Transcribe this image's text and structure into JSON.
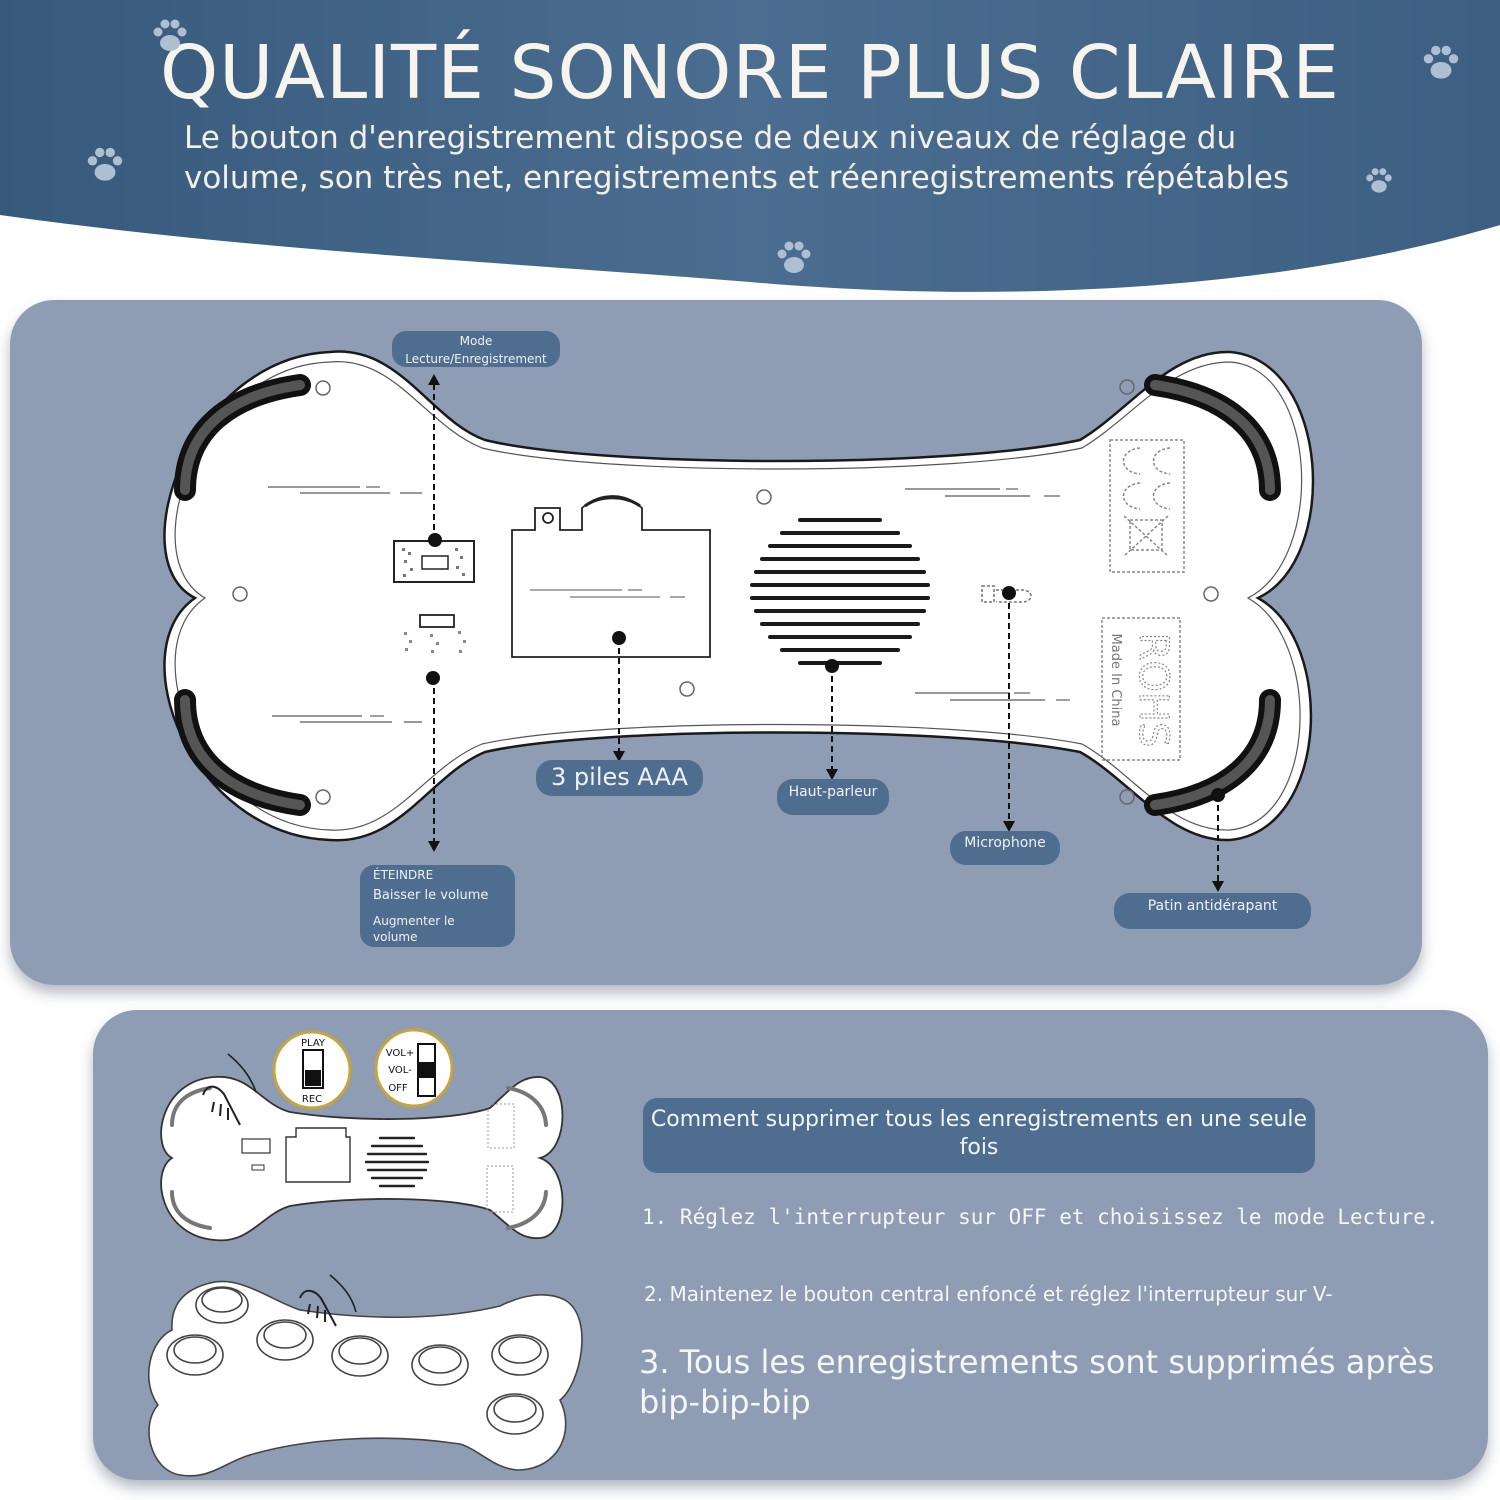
{
  "header": {
    "title": "QUALITÉ SONORE PLUS CLAIRE",
    "subtitle_line1": "Le bouton d'enregistrement dispose de deux niveaux de réglage du",
    "subtitle_line2": "volume, son très net, enregistrements et réenregistrements répétables",
    "bg_color": "#3f6386"
  },
  "diagram": {
    "labels": {
      "mode_line1": "Mode",
      "mode_line2": "Lecture/Enregistrement",
      "batteries": "3 piles AAA",
      "speaker": "Haut-parleur",
      "microphone": "Microphone",
      "anti_slip": "Patin antidérapant",
      "switch_off": "ÉTEINDRE",
      "switch_vol_down": "Baisser le volume",
      "switch_vol_up": "Augmenter le volume"
    },
    "device_marks": {
      "rohs": "ROHS",
      "made_in": "Made In China"
    }
  },
  "howto": {
    "title": "Comment supprimer tous les enregistrements en une seule fois",
    "step1": "1. Réglez l'interrupteur sur OFF et choisissez le mode Lecture.",
    "step2": "2. Maintenez le bouton central enfoncé et réglez l'interrupteur sur V-",
    "step3": "3. Tous les enregistrements sont supprimés après bip-bip-bip",
    "mode_switch": {
      "top": "PLAY",
      "bottom": "REC"
    },
    "volume_switch": {
      "vol_up": "VOL+",
      "vol_down": "VOL-",
      "off": "OFF"
    }
  },
  "colors": {
    "panel": "#8e9db3",
    "tag": "#4f6e8f",
    "device_body": "#ffffff",
    "outline": "#1a1a1a"
  }
}
